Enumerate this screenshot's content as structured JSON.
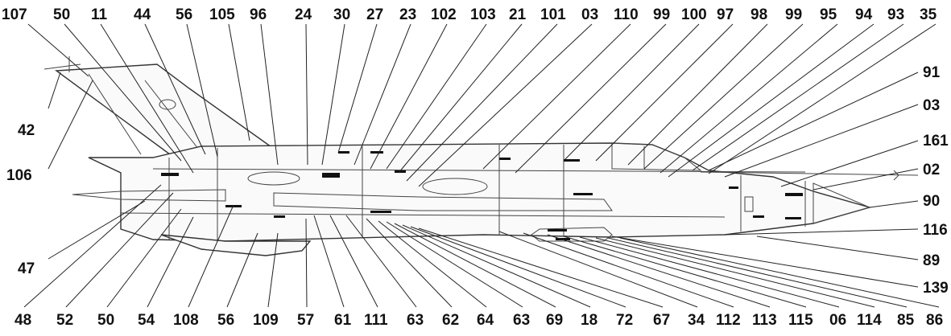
{
  "diagram": {
    "top_labels": [
      "107",
      "50",
      "11",
      "44",
      "56",
      "105",
      "96",
      "24",
      "30",
      "27",
      "23",
      "102",
      "103",
      "21",
      "101",
      "03",
      "110",
      "99",
      "100",
      "97",
      "98",
      "99",
      "95",
      "94",
      "93",
      "35"
    ],
    "right_labels": [
      "91",
      "03",
      "161",
      "02",
      "90",
      "116",
      "89",
      "139"
    ],
    "left_labels": [
      "42",
      "106",
      "47"
    ],
    "bottom_labels": [
      "48",
      "52",
      "50",
      "54",
      "108",
      "56",
      "109",
      "57",
      "61",
      "111",
      "63",
      "62",
      "64",
      "63",
      "69",
      "18",
      "72",
      "67",
      "34",
      "112",
      "113",
      "115",
      "06",
      "114",
      "85",
      "86"
    ]
  }
}
